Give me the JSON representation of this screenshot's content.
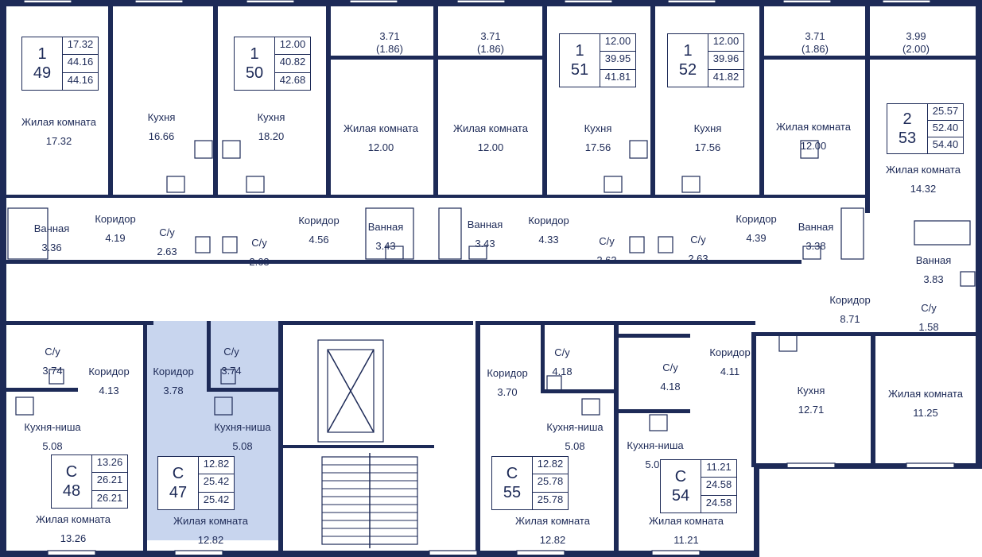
{
  "colors": {
    "wall": "#1d2a57",
    "highlight": "#c8d5ee",
    "text": "#1d2a57"
  },
  "units": [
    {
      "id": "u49",
      "type": "1",
      "number": "49",
      "areas": [
        "17.32",
        "44.16",
        "44.16"
      ]
    },
    {
      "id": "u50",
      "type": "1",
      "number": "50",
      "areas": [
        "12.00",
        "40.82",
        "42.68"
      ]
    },
    {
      "id": "u51",
      "type": "1",
      "number": "51",
      "areas": [
        "12.00",
        "39.95",
        "41.81"
      ]
    },
    {
      "id": "u52",
      "type": "1",
      "number": "52",
      "areas": [
        "12.00",
        "39.96",
        "41.82"
      ]
    },
    {
      "id": "u53",
      "type": "2",
      "number": "53",
      "areas": [
        "25.57",
        "52.40",
        "54.40"
      ]
    },
    {
      "id": "u48",
      "type": "С",
      "number": "48",
      "areas": [
        "13.26",
        "26.21",
        "26.21"
      ]
    },
    {
      "id": "u47",
      "type": "С",
      "number": "47",
      "areas": [
        "12.82",
        "25.42",
        "25.42"
      ],
      "highlighted": true
    },
    {
      "id": "u55",
      "type": "С",
      "number": "55",
      "areas": [
        "12.82",
        "25.78",
        "25.78"
      ]
    },
    {
      "id": "u54",
      "type": "С",
      "number": "54",
      "areas": [
        "11.21",
        "24.58",
        "24.58"
      ]
    }
  ],
  "rooms": [
    {
      "name": "Жилая комната",
      "area": "17.32"
    },
    {
      "name": "Кухня",
      "area": "16.66"
    },
    {
      "name": "Кухня",
      "area": "18.20"
    },
    {
      "name": "",
      "area": "3.71\n(1.86)"
    },
    {
      "name": "",
      "area": "3.71\n(1.86)"
    },
    {
      "name": "Жилая комната",
      "area": "12.00"
    },
    {
      "name": "Жилая комната",
      "area": "12.00"
    },
    {
      "name": "Кухня",
      "area": "17.56"
    },
    {
      "name": "Кухня",
      "area": "17.56"
    },
    {
      "name": "",
      "area": "3.71\n(1.86)"
    },
    {
      "name": "",
      "area": "3.99\n(2.00)"
    },
    {
      "name": "Жилая комната",
      "area": "12.00"
    },
    {
      "name": "Жилая комната",
      "area": "14.32"
    },
    {
      "name": "Ванная",
      "area": "3.36"
    },
    {
      "name": "Коридор",
      "area": "4.19"
    },
    {
      "name": "С/у",
      "area": "2.63"
    },
    {
      "name": "С/у",
      "area": "2.63"
    },
    {
      "name": "Коридор",
      "area": "4.56"
    },
    {
      "name": "Ванная",
      "area": "3.43"
    },
    {
      "name": "Ванная",
      "area": "3.43"
    },
    {
      "name": "Коридор",
      "area": "4.33"
    },
    {
      "name": "С/у",
      "area": "2.63"
    },
    {
      "name": "С/у",
      "area": "2.63"
    },
    {
      "name": "Коридор",
      "area": "4.39"
    },
    {
      "name": "Ванная",
      "area": "3.38"
    },
    {
      "name": "Ванная",
      "area": "3.83"
    },
    {
      "name": "Коридор",
      "area": "8.71"
    },
    {
      "name": "С/у",
      "area": "1.58"
    },
    {
      "name": "С/у",
      "area": "3.74"
    },
    {
      "name": "Коридор",
      "area": "4.13"
    },
    {
      "name": "Коридор",
      "area": "3.78"
    },
    {
      "name": "С/у",
      "area": "3.74"
    },
    {
      "name": "Кухня-ниша",
      "area": "5.08"
    },
    {
      "name": "Кухня-ниша",
      "area": "5.08"
    },
    {
      "name": "Жилая комната",
      "area": "13.26"
    },
    {
      "name": "Жилая комната",
      "area": "12.82"
    },
    {
      "name": "Коридор",
      "area": "3.70"
    },
    {
      "name": "С/у",
      "area": "4.18"
    },
    {
      "name": "Кухня-ниша",
      "area": "5.08"
    },
    {
      "name": "Жилая комната",
      "area": "12.82"
    },
    {
      "name": "С/у",
      "area": "4.18"
    },
    {
      "name": "Коридор",
      "area": "4.11"
    },
    {
      "name": "Кухня-ниша",
      "area": "5.08"
    },
    {
      "name": "Жилая комната",
      "area": "11.21"
    },
    {
      "name": "Кухня",
      "area": "12.71"
    },
    {
      "name": "Жилая комната",
      "area": "11.25"
    }
  ]
}
